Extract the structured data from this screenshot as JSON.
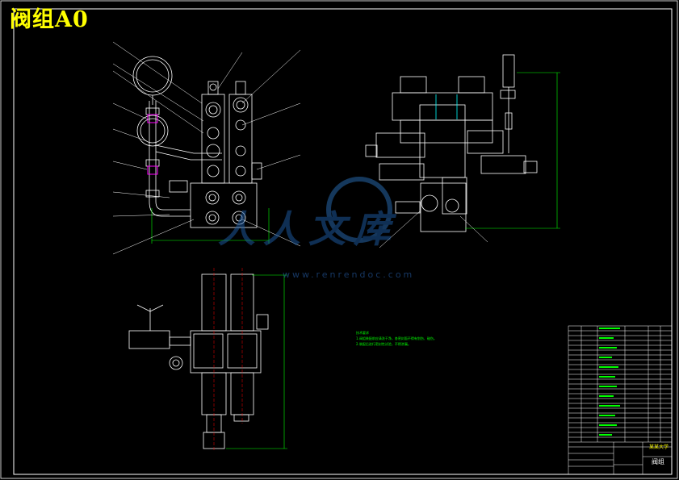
{
  "title": "阀组A0",
  "watermark": {
    "brand": "人人文库",
    "url": "www.renrendoc.com"
  },
  "technical_notes": {
    "heading": "技术要求",
    "lines": [
      "1.阀组装配前应清洗干净，各密封面不得有划伤、碰伤。",
      "2.装配后进行密封性试验，不得渗漏。"
    ]
  },
  "title_block": {
    "drawing_name": "阀组",
    "company": "某某大学"
  },
  "colors": {
    "background": "#000000",
    "outline": "#ffffff",
    "title": "#ffff00",
    "dimension": "#00ff00",
    "centerline": "#ff0000",
    "leader": "#ffffff",
    "magenta": "#ff00ff",
    "cyan": "#00ffff"
  }
}
